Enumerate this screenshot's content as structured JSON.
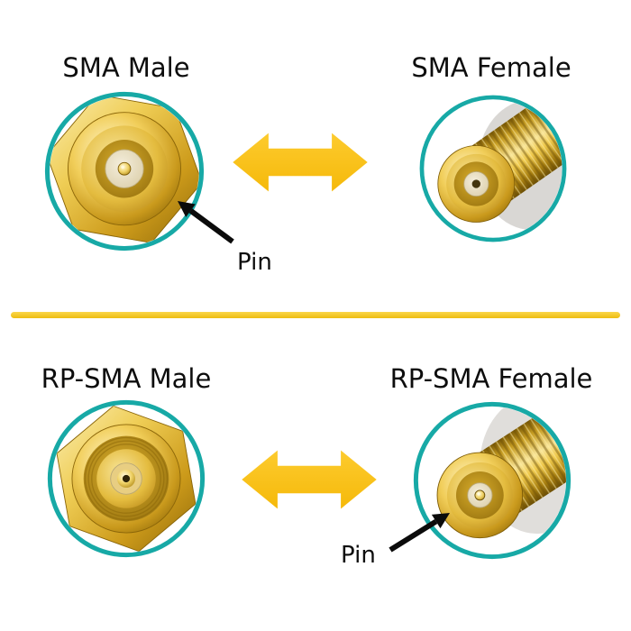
{
  "diagram": {
    "top": {
      "left_label": "SMA Male",
      "right_label": "SMA Female",
      "pin_label": "Pin"
    },
    "bottom": {
      "left_label": "RP-SMA Male",
      "right_label": "RP-SMA Female",
      "pin_label": "Pin"
    }
  },
  "icons": {
    "top_arrow": "double-headed-arrow-icon",
    "bottom_arrow": "double-headed-arrow-icon",
    "top_pin_pointer": "black-arrow-icon",
    "bottom_pin_pointer": "black-arrow-icon"
  },
  "colors": {
    "background": "#ffffff",
    "teal_ring": "#17A9A6",
    "arrow_yellow": "#F8BF0D",
    "divider_yellow": "#F2C41D",
    "connector_gold": "#D8A928",
    "text": "#0d0d0d",
    "pin_arrow_black": "#0b0b0b"
  }
}
